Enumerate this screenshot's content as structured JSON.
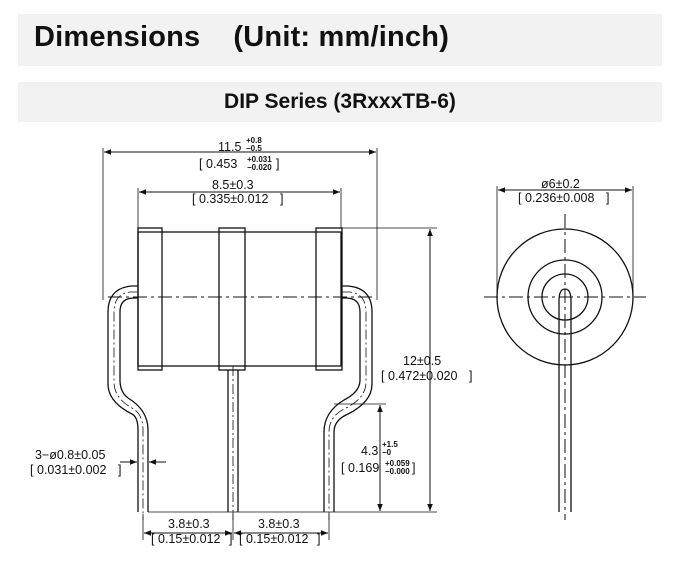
{
  "header": {
    "title": "Dimensions",
    "unit": "(Unit: mm/inch)"
  },
  "series": {
    "title": "DIP Series (3RxxxTB-6)"
  },
  "dimensions": {
    "overall_width": {
      "mm": "11.5",
      "mm_plus": "+0.8",
      "mm_minus": "−0.5",
      "inch": "0.453",
      "inch_plus": "+0.031",
      "inch_minus": "−0.020"
    },
    "body_length": {
      "mm": "8.5±0.3",
      "inch": "0.335±0.012"
    },
    "diameter": {
      "mm": "ø6±0.2",
      "inch": "0.236±0.008"
    },
    "height": {
      "mm": "12±0.5",
      "inch": "0.472±0.020"
    },
    "lead_length": {
      "mm": "4.3",
      "mm_plus": "+1.5",
      "mm_minus": "−0",
      "inch": "0.169",
      "inch_plus": "+0.059",
      "inch_minus": "−0.000"
    },
    "lead_diameter": {
      "mm": "3−ø0.8±0.05",
      "inch": "0.031±0.002"
    },
    "pitch_left": {
      "mm": "3.8±0.3",
      "inch": "0.15±0.012"
    },
    "pitch_right": {
      "mm": "3.8±0.3",
      "inch": "0.15±0.012"
    }
  }
}
